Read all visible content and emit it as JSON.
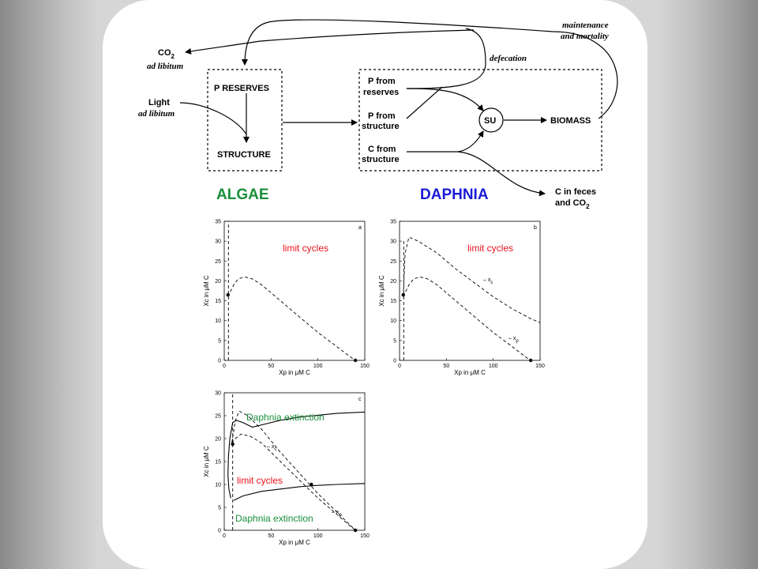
{
  "diagram": {
    "co2": "CO",
    "co2_sub": "2",
    "co2_note": "ad libitum",
    "light": "Light",
    "light_note": "ad libitum",
    "p_reserves": "P RESERVES",
    "structure": "STRUCTURE",
    "maintenance_1": "maintenance",
    "maintenance_2": "and mortality",
    "defecation": "defecation",
    "p_from_reserves_1": "P from",
    "p_from_reserves_2": "reserves",
    "p_from_structure_1": "P from",
    "p_from_structure_2": "structure",
    "c_from_structure_1": "C from",
    "c_from_structure_2": "structure",
    "su": "SU",
    "biomass": "BIOMASS",
    "c_in_feces_1": "C in feces",
    "c_in_feces_2": "and CO",
    "c_in_feces_sub": "2",
    "algae": "ALGAE",
    "daphnia": "DAPHNIA",
    "colors": {
      "algae": "#1a8f3a",
      "daphnia": "#1a1ad6",
      "limit": "#e8141c",
      "extinction": "#1a8f3a"
    }
  },
  "chart_data": [
    {
      "type": "line",
      "panel_label": "a",
      "xlabel": "Xp in μM C",
      "ylabel": "Xc in μM C",
      "xlim": [
        0,
        150
      ],
      "ylim": [
        0,
        35
      ],
      "xticks": [
        0,
        50,
        100,
        150
      ],
      "yticks": [
        0,
        5,
        10,
        15,
        20,
        25,
        30,
        35
      ],
      "annotations": [
        {
          "text": "limit cycles",
          "color": "#e8141c"
        }
      ],
      "series": [
        {
          "style": "dashed",
          "points": [
            [
              4.5,
              0
            ],
            [
              4.5,
              35
            ]
          ]
        },
        {
          "style": "dashed",
          "points": [
            [
              4,
              16
            ],
            [
              6,
              17
            ],
            [
              10,
              19
            ],
            [
              15,
              20.5
            ],
            [
              22,
              21
            ],
            [
              30,
              20.5
            ],
            [
              40,
              19
            ],
            [
              60,
              15
            ],
            [
              80,
              11
            ],
            [
              100,
              7
            ],
            [
              120,
              3.5
            ],
            [
              135,
              0.8
            ],
            [
              140,
              0
            ]
          ]
        }
      ],
      "points": [
        [
          4,
          16.5
        ],
        [
          140,
          0
        ]
      ]
    },
    {
      "type": "line",
      "panel_label": "b",
      "xlabel": "Xp in μM C",
      "ylabel": "Xc in μM C",
      "xlim": [
        0,
        150
      ],
      "ylim": [
        0,
        35
      ],
      "xticks": [
        0,
        50,
        100,
        150
      ],
      "yticks": [
        0,
        5,
        10,
        15,
        20,
        25,
        30,
        35
      ],
      "annotations": [
        {
          "text": "limit cycles",
          "color": "#e8141c"
        },
        {
          "text": "– x",
          "sub": "c"
        },
        {
          "text": "– x",
          "sub": "p"
        }
      ],
      "series": [
        {
          "style": "dashed",
          "points": [
            [
              4.5,
              0
            ],
            [
              4.5,
              30
            ]
          ]
        },
        {
          "style": "dashed",
          "points": [
            [
              4,
              16
            ],
            [
              6,
              27
            ],
            [
              10,
              31
            ],
            [
              20,
              30
            ],
            [
              40,
              27
            ],
            [
              60,
              23
            ],
            [
              80,
              19.5
            ],
            [
              100,
              16
            ],
            [
              120,
              13
            ],
            [
              140,
              10.5
            ],
            [
              150,
              9.5
            ]
          ]
        },
        {
          "style": "dashed",
          "points": [
            [
              4,
              16
            ],
            [
              6,
              17
            ],
            [
              10,
              19
            ],
            [
              15,
              20.5
            ],
            [
              22,
              21
            ],
            [
              30,
              20.5
            ],
            [
              40,
              19
            ],
            [
              60,
              15
            ],
            [
              80,
              11
            ],
            [
              100,
              7
            ],
            [
              120,
              3.5
            ],
            [
              135,
              0.8
            ],
            [
              140,
              0
            ]
          ]
        }
      ],
      "points": [
        [
          4,
          16.5
        ],
        [
          140,
          0
        ]
      ]
    },
    {
      "type": "line",
      "panel_label": "c",
      "xlabel": "Xp in μM C",
      "ylabel": "Xc in μM C",
      "xlim": [
        0,
        150
      ],
      "ylim": [
        0,
        30
      ],
      "xticks": [
        0,
        50,
        100,
        150
      ],
      "yticks": [
        0,
        5,
        10,
        15,
        20,
        25,
        30
      ],
      "annotations": [
        {
          "text": "Daphnia extinction",
          "color": "#1a8f3a"
        },
        {
          "text": "limit cycles",
          "color": "#e8141c"
        },
        {
          "text": "Daphnia extinction",
          "color": "#1a8f3a"
        },
        {
          "text": "– x",
          "sub": "c"
        },
        {
          "text": "– x",
          "sub": "p"
        }
      ],
      "series": [
        {
          "style": "solid",
          "points": [
            [
              7,
              7
            ],
            [
              5,
              9
            ],
            [
              4,
              12
            ],
            [
              4.5,
              16
            ],
            [
              6,
              20
            ],
            [
              9,
              23.5
            ],
            [
              13,
              24
            ],
            [
              20,
              23.5
            ],
            [
              30,
              22.5
            ],
            [
              40,
              23
            ],
            [
              60,
              24
            ],
            [
              80,
              24.7
            ],
            [
              100,
              25.1
            ],
            [
              120,
              25.5
            ],
            [
              150,
              25.8
            ]
          ]
        },
        {
          "style": "solid",
          "points": [
            [
              10,
              6.5
            ],
            [
              20,
              7.5
            ],
            [
              40,
              8.5
            ],
            [
              60,
              9
            ],
            [
              80,
              9.5
            ],
            [
              100,
              9.8
            ],
            [
              120,
              10
            ],
            [
              150,
              10.2
            ]
          ]
        },
        {
          "style": "dashed",
          "points": [
            [
              9,
              0
            ],
            [
              9,
              30
            ]
          ]
        },
        {
          "style": "dashed",
          "points": [
            [
              8,
              19
            ],
            [
              12,
              24
            ],
            [
              16,
              26
            ],
            [
              25,
              25
            ],
            [
              40,
              22
            ],
            [
              60,
              17
            ],
            [
              80,
              12.5
            ],
            [
              100,
              8
            ],
            [
              120,
              4
            ],
            [
              135,
              1
            ],
            [
              140,
              0
            ]
          ]
        },
        {
          "style": "dashed",
          "points": [
            [
              8,
              19
            ],
            [
              12,
              20
            ],
            [
              18,
              21
            ],
            [
              28,
              20.5
            ],
            [
              40,
              19
            ],
            [
              60,
              15
            ],
            [
              80,
              11
            ],
            [
              100,
              7
            ],
            [
              120,
              3.5
            ],
            [
              135,
              0.8
            ],
            [
              140,
              0
            ]
          ]
        }
      ],
      "points": [
        [
          9,
          18.8
        ],
        [
          93,
          10
        ],
        [
          140,
          0
        ]
      ]
    }
  ]
}
